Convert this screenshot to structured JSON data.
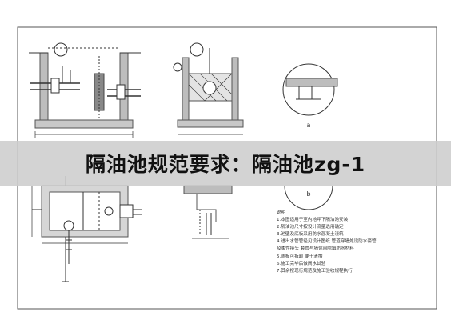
{
  "banner": {
    "title": "隔油池规范要求：隔油池zg-1"
  },
  "drawing": {
    "detail_label_a": "a",
    "detail_label_b": "b",
    "notes_heading": "说明",
    "notes": [
      "1.本图适用于室内地坪下隔油池安装",
      "2.隔油池尺寸按设计流量选用确定",
      "3.池壁及底板采用防水混凝土浇筑",
      "4.进出水管管径见设计图纸 管道穿墙处设防水套管",
      "  及柔性接头 套管与墙体间隙填防水材料",
      "5.盖板可拆卸 便于清掏",
      "6.施工完毕后做闭水试验",
      "7.其余按现行规范及施工验收规程执行"
    ]
  }
}
